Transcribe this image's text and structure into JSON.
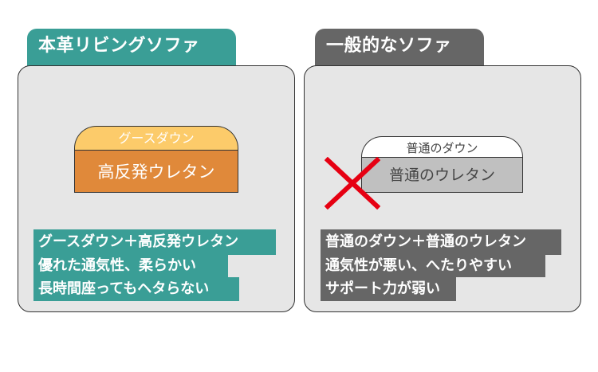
{
  "left": {
    "title": "本革リビングソファ",
    "top_layer": "グースダウン",
    "bottom_layer": "高反発ウレタン",
    "caption_lines": [
      "グースダウン＋高反発ウレタン",
      "優れた通気性、柔らかい",
      "長時間座ってもヘタらない"
    ]
  },
  "right": {
    "title": "一般的なソファ",
    "top_layer": "普通のダウン",
    "bottom_layer": "普通のウレタン",
    "caption_lines": [
      "普通のダウン＋普通のウレタン",
      "通気性が悪い、へたりやすい",
      "サポート力が弱い"
    ]
  },
  "colors": {
    "teal": "#3a9e96",
    "gray_tab": "#666666",
    "down_yellow": "#fccb6a",
    "urethane_orange": "#e0893a",
    "gray_cushion": "#c0c0c0",
    "cross_red": "#e60012"
  }
}
